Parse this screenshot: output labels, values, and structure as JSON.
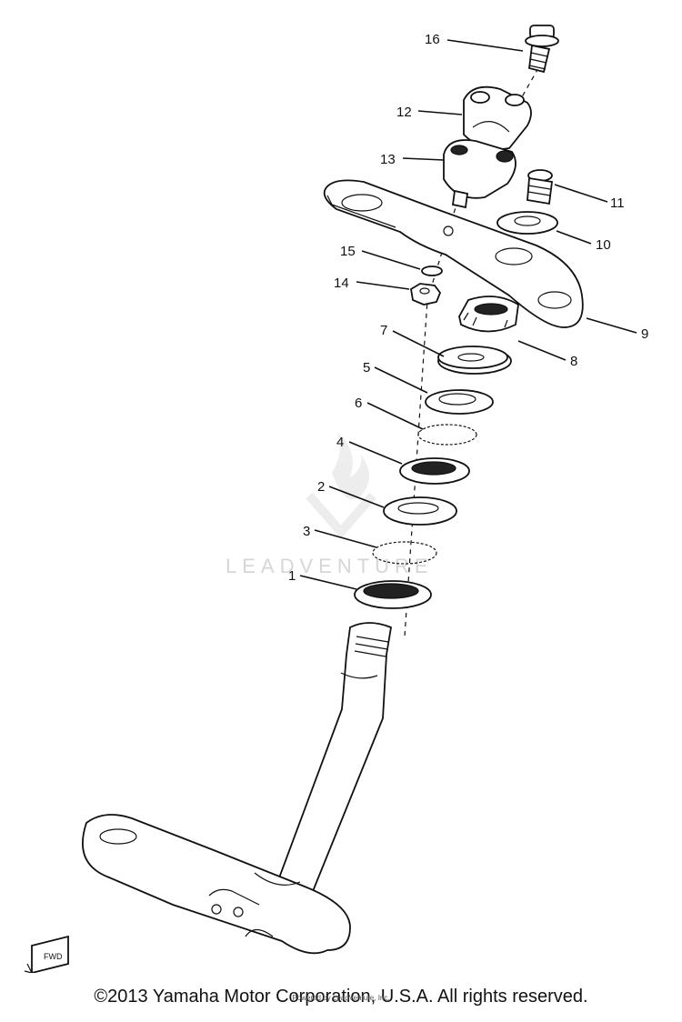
{
  "diagram": {
    "callouts": [
      {
        "id": "16",
        "label": "16"
      },
      {
        "id": "12",
        "label": "12"
      },
      {
        "id": "13",
        "label": "13"
      },
      {
        "id": "11",
        "label": "11"
      },
      {
        "id": "10",
        "label": "10"
      },
      {
        "id": "15",
        "label": "15"
      },
      {
        "id": "14",
        "label": "14"
      },
      {
        "id": "9",
        "label": "9"
      },
      {
        "id": "7",
        "label": "7"
      },
      {
        "id": "8",
        "label": "8"
      },
      {
        "id": "5",
        "label": "5"
      },
      {
        "id": "6",
        "label": "6"
      },
      {
        "id": "4",
        "label": "4"
      },
      {
        "id": "2",
        "label": "2"
      },
      {
        "id": "3",
        "label": "3"
      },
      {
        "id": "1",
        "label": "1"
      }
    ],
    "watermark": "LEADVENTURE",
    "direction_tag": "FWD"
  },
  "footer": {
    "copyright": "©2013 Yamaha Motor Corporation, U.S.A. All rights reserved.",
    "fine_print": "Powered by LeadVenture, Inc."
  }
}
